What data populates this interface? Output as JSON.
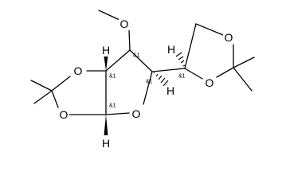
{
  "diagram": {
    "type": "chemical-structure",
    "atom_labels": {
      "o_methoxy": "O",
      "o_dioxolane_left_top": "O",
      "o_dioxolane_left_bottom": "O",
      "o_furanose": "O",
      "o_dioxolane_right_top": "O",
      "o_dioxolane_right_bottom": "O",
      "h_c1": "H",
      "h_c2": "H",
      "h_c4": "H",
      "h_c5": "H"
    },
    "stereo_labels": {
      "c1": "&1",
      "c2": "&1",
      "c3": "&1",
      "c4": "&1",
      "c5": "&1"
    }
  }
}
